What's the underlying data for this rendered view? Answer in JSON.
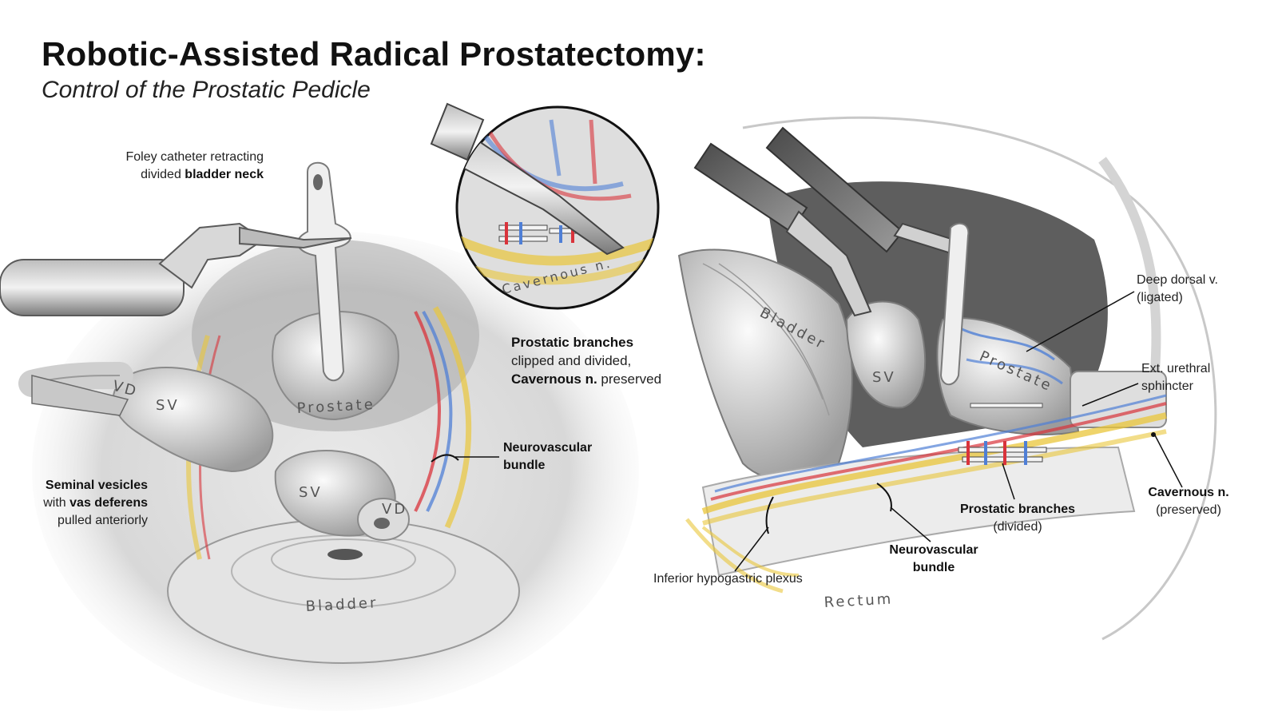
{
  "title": "Robotic-Assisted Radical Prostatectomy:",
  "subtitle": "Control of the Prostatic Pedicle",
  "labels": {
    "foley_line1": "Foley catheter retracting",
    "foley_line2_plain": "divided ",
    "foley_line2_bold": "bladder neck",
    "seminal_bold": "Seminal vesicles",
    "seminal_line2_plain": "with ",
    "seminal_line2_bold": "vas deferens",
    "seminal_line3": "pulled anteriorly",
    "nvb_left_line1": "Neurovascular",
    "nvb_left_line2": "bundle",
    "inset_bold": "Prostatic branches",
    "inset_line2": "clipped and divided,",
    "inset_line3_bold": "Cavernous n.",
    "inset_line3_plain": " preserved",
    "deep_dorsal_line1": "Deep dorsal v.",
    "deep_dorsal_line2": "(ligated)",
    "ext_urethral_line1": "Ext. urethral",
    "ext_urethral_line2": "sphincter",
    "cavernous_bold": "Cavernous n.",
    "cavernous_line2": "(preserved)",
    "prostatic_right_bold": "Prostatic branches",
    "prostatic_right_line2": "(divided)",
    "nvb_right_line1": "Neurovascular",
    "nvb_right_line2": "bundle",
    "inferior_plexus": "Inferior hypogastric plexus"
  },
  "anatomy": {
    "vd_left_top": "VD",
    "sv_left_top": "SV",
    "prostate_left": "Prostate",
    "sv_left_bottom": "SV",
    "vd_left_bottom": "VD",
    "bladder_left": "Bladder",
    "cavernous_inset": "Cavernous n.",
    "bladder_right": "Bladder",
    "sv_right": "SV",
    "prostate_right": "Prostate",
    "rectum": "Rectum"
  },
  "colors": {
    "artery": "#d9333b",
    "vein": "#4f7fd6",
    "nerve": "#e9c63a",
    "tissue": "#cfcfcf",
    "shadow": "#5a5a5a"
  }
}
